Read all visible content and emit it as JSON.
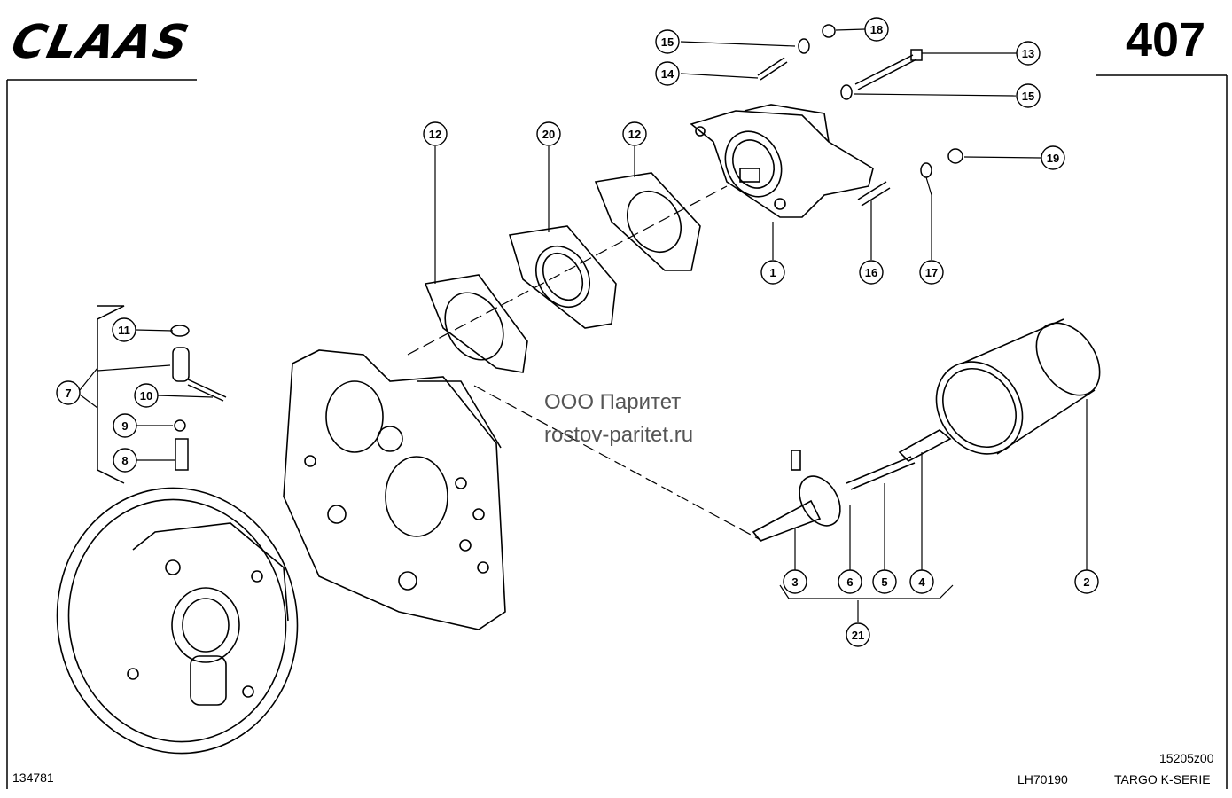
{
  "header": {
    "logo_text": "CLAAS",
    "page_number": "407"
  },
  "watermark": {
    "line1": "ООО Паритет",
    "line2": "rostov-paritet.ru"
  },
  "footer": {
    "left_code": "134781",
    "center_code": "LH70190",
    "figure_code": "15205z00",
    "series": "TARGO K-SERIE"
  },
  "callouts": [
    "15",
    "18",
    "13",
    "14",
    "15",
    "12",
    "20",
    "12",
    "19",
    "1",
    "16",
    "17",
    "11",
    "7",
    "10",
    "9",
    "8",
    "2",
    "3",
    "6",
    "5",
    "4",
    "21"
  ]
}
